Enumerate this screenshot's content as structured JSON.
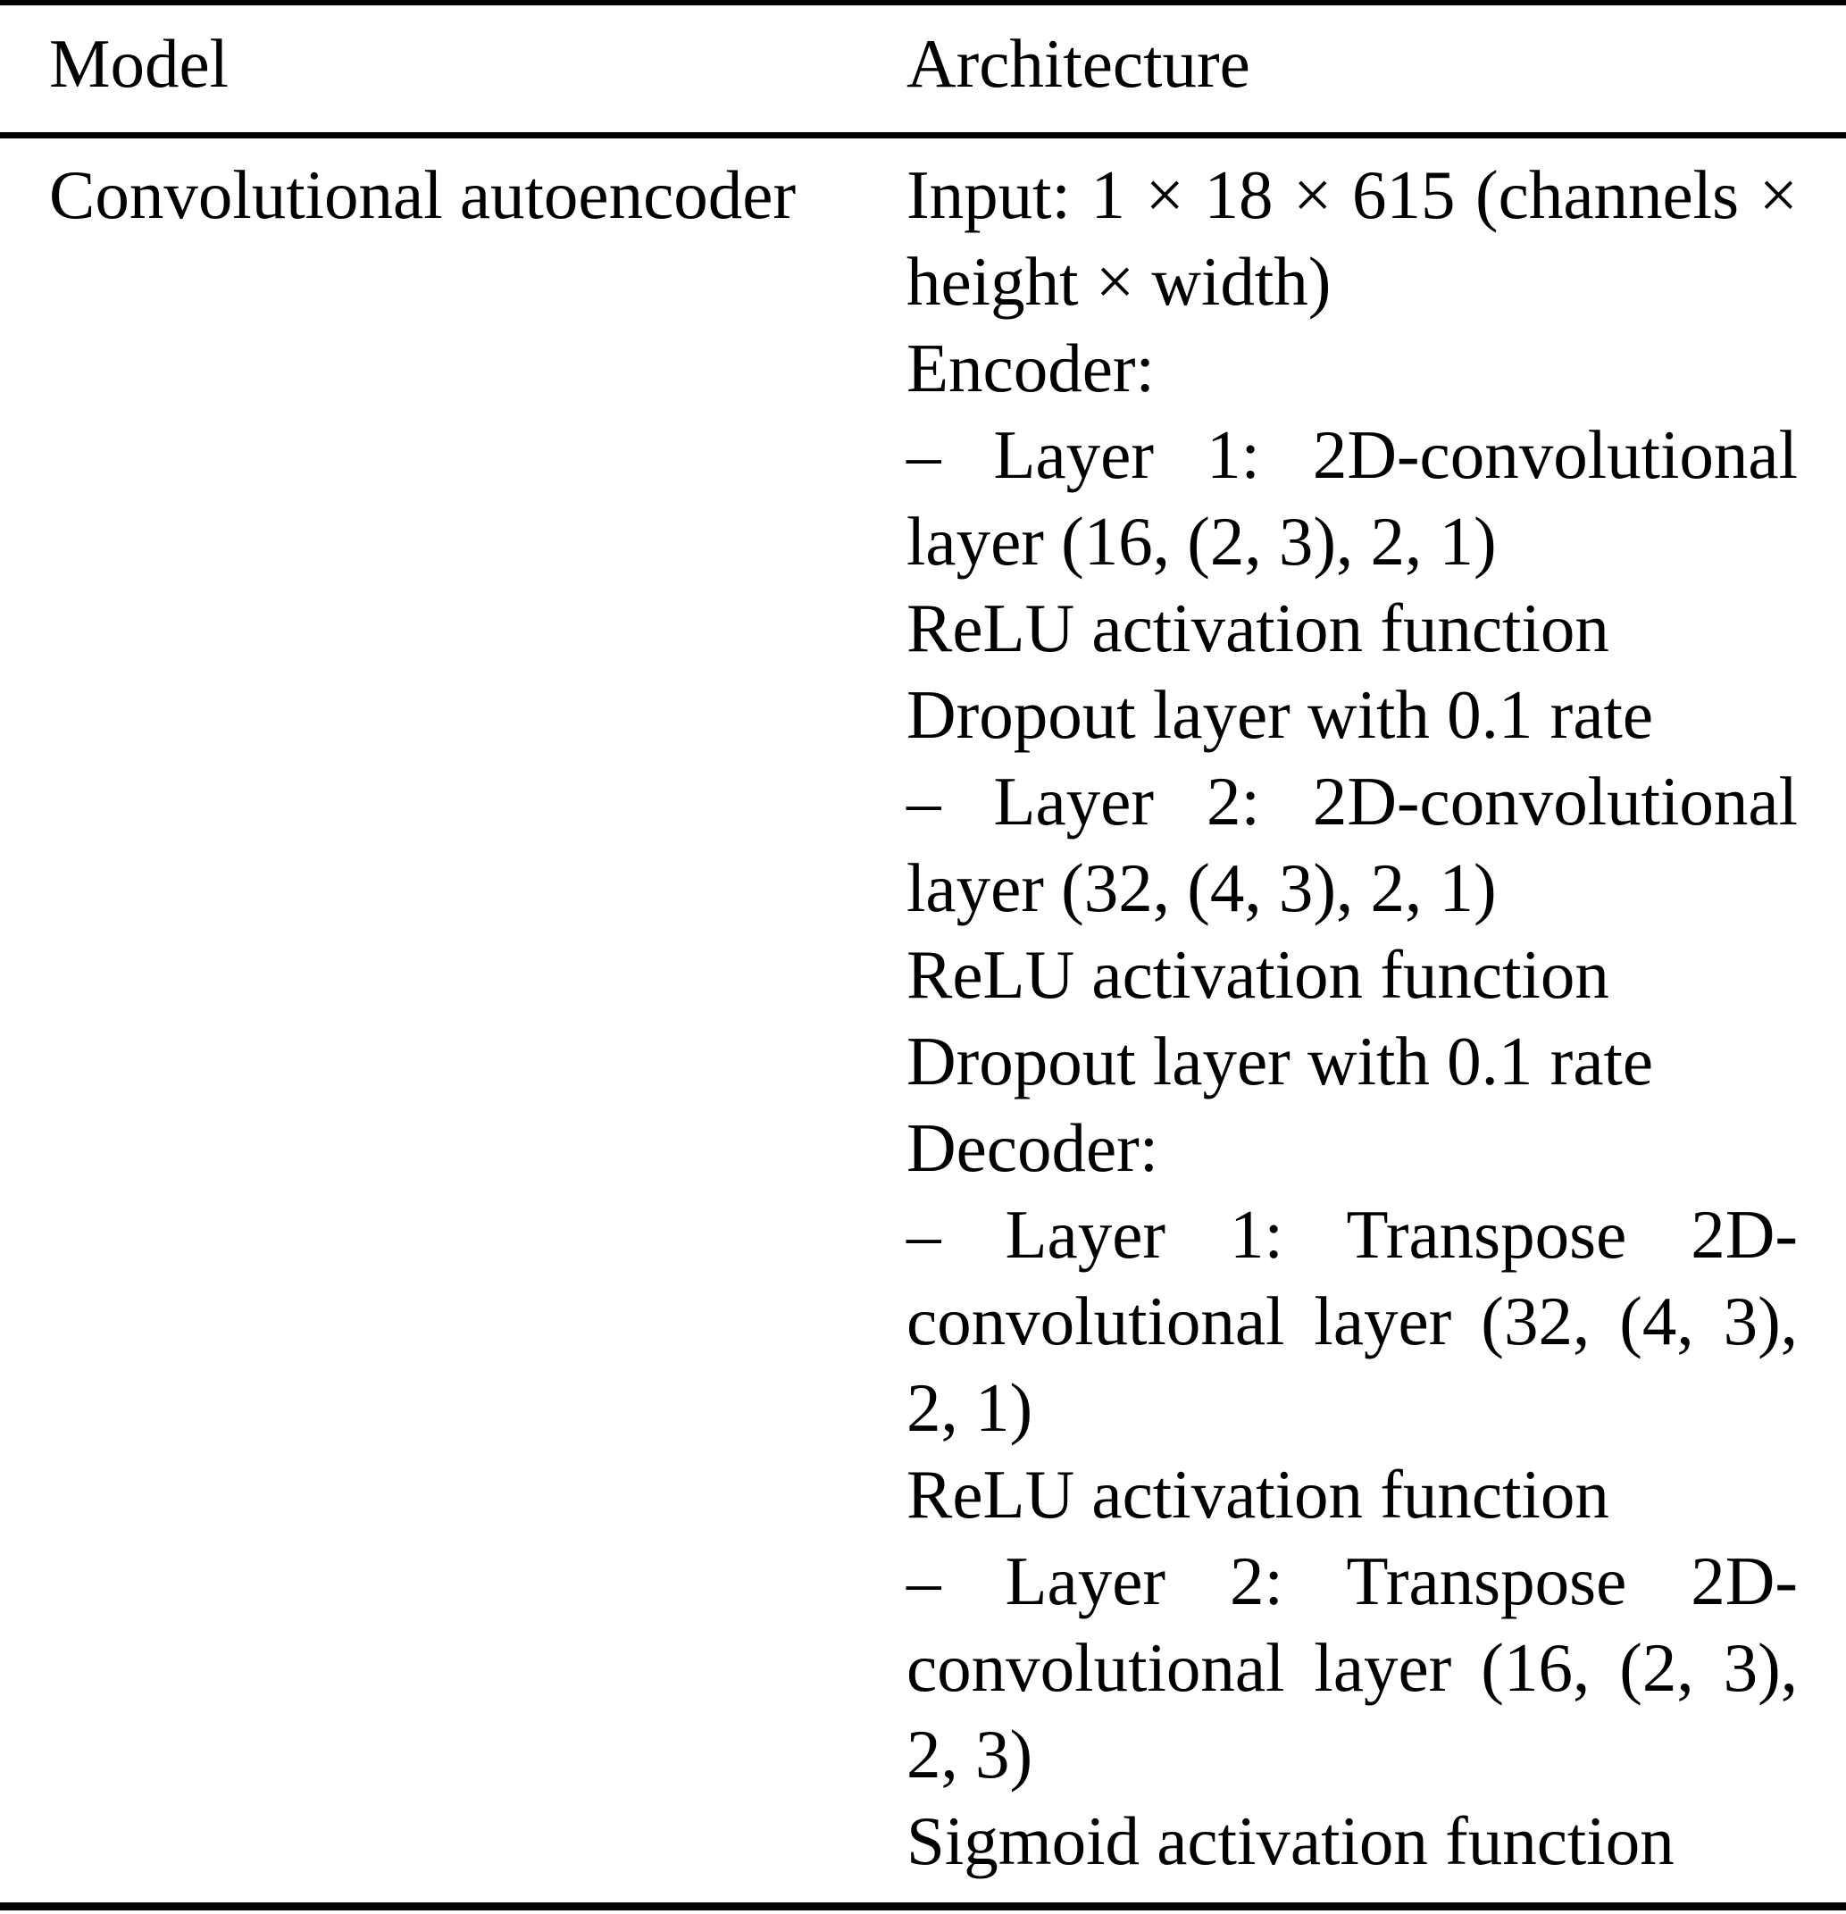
{
  "page": {
    "background_color": "#ffffff",
    "text_color": "#000000",
    "rule_color": "#000000"
  },
  "table": {
    "header": {
      "model": "Model",
      "architecture": "Architecture"
    },
    "row": {
      "model": "Convolutional autoencoder",
      "architecture_lines": [
        {
          "text": "Input: 1 × 18 × 615 (channels ×",
          "justify": true
        },
        {
          "text": "height × width)",
          "justify": false
        },
        {
          "text": "Encoder:",
          "justify": false
        },
        {
          "text": "– Layer 1: 2D-convolutional",
          "justify": true
        },
        {
          "text": "layer (16, (2, 3), 2, 1)",
          "justify": false
        },
        {
          "text": "ReLU activation function",
          "justify": false
        },
        {
          "text": "Dropout layer with 0.1 rate",
          "justify": false
        },
        {
          "text": "– Layer 2: 2D-convolutional",
          "justify": true
        },
        {
          "text": "layer (32, (4, 3), 2, 1)",
          "justify": false
        },
        {
          "text": "ReLU activation function",
          "justify": false
        },
        {
          "text": "Dropout layer with 0.1 rate",
          "justify": false
        },
        {
          "text": "Decoder:",
          "justify": false
        },
        {
          "text": "– Layer 1: Transpose 2D-",
          "justify": true
        },
        {
          "text": "convolutional layer (32, (4, 3),",
          "justify": true
        },
        {
          "text": "2, 1)",
          "justify": false
        },
        {
          "text": "ReLU activation function",
          "justify": false
        },
        {
          "text": "– Layer 2: Transpose 2D-",
          "justify": true
        },
        {
          "text": "convolutional layer (16, (2, 3),",
          "justify": true
        },
        {
          "text": "2, 3)",
          "justify": false
        },
        {
          "text": "Sigmoid activation function",
          "justify": false
        }
      ]
    }
  }
}
